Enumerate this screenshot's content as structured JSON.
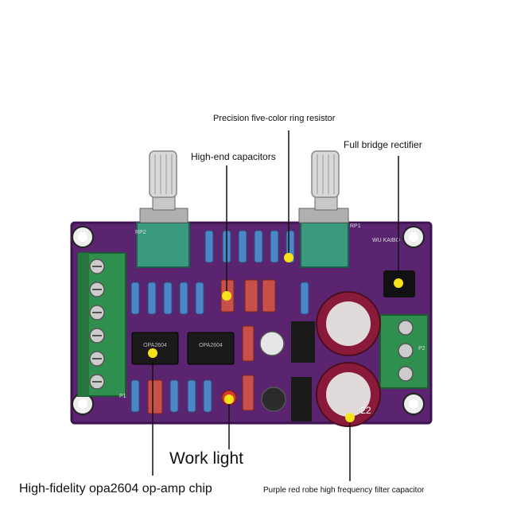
{
  "callouts": {
    "resistor": "Precision five-color ring resistor",
    "capacitors": "High-end capacitors",
    "rectifier": "Full bridge rectifier",
    "work_light": "Work light",
    "opamp": "High-fidelity opa2604 op-amp chip",
    "filter_cap": "Purple red robe high frequency filter capacitor"
  },
  "board": {
    "model": "WU KAIBO",
    "pot_left": "RP2",
    "pot_right": "RP1",
    "terminal_left": "P1",
    "terminal_right": "P2",
    "opamp_marking": "OPA2604",
    "cap_marking": "22"
  },
  "colors": {
    "pcb": "#5a2470",
    "pcb_edge": "#3e1552",
    "terminal": "#2f8f4e",
    "pot_body": "#3a9a80",
    "electrolytic": "#8a1a3a",
    "marker": "#f5e21a"
  }
}
